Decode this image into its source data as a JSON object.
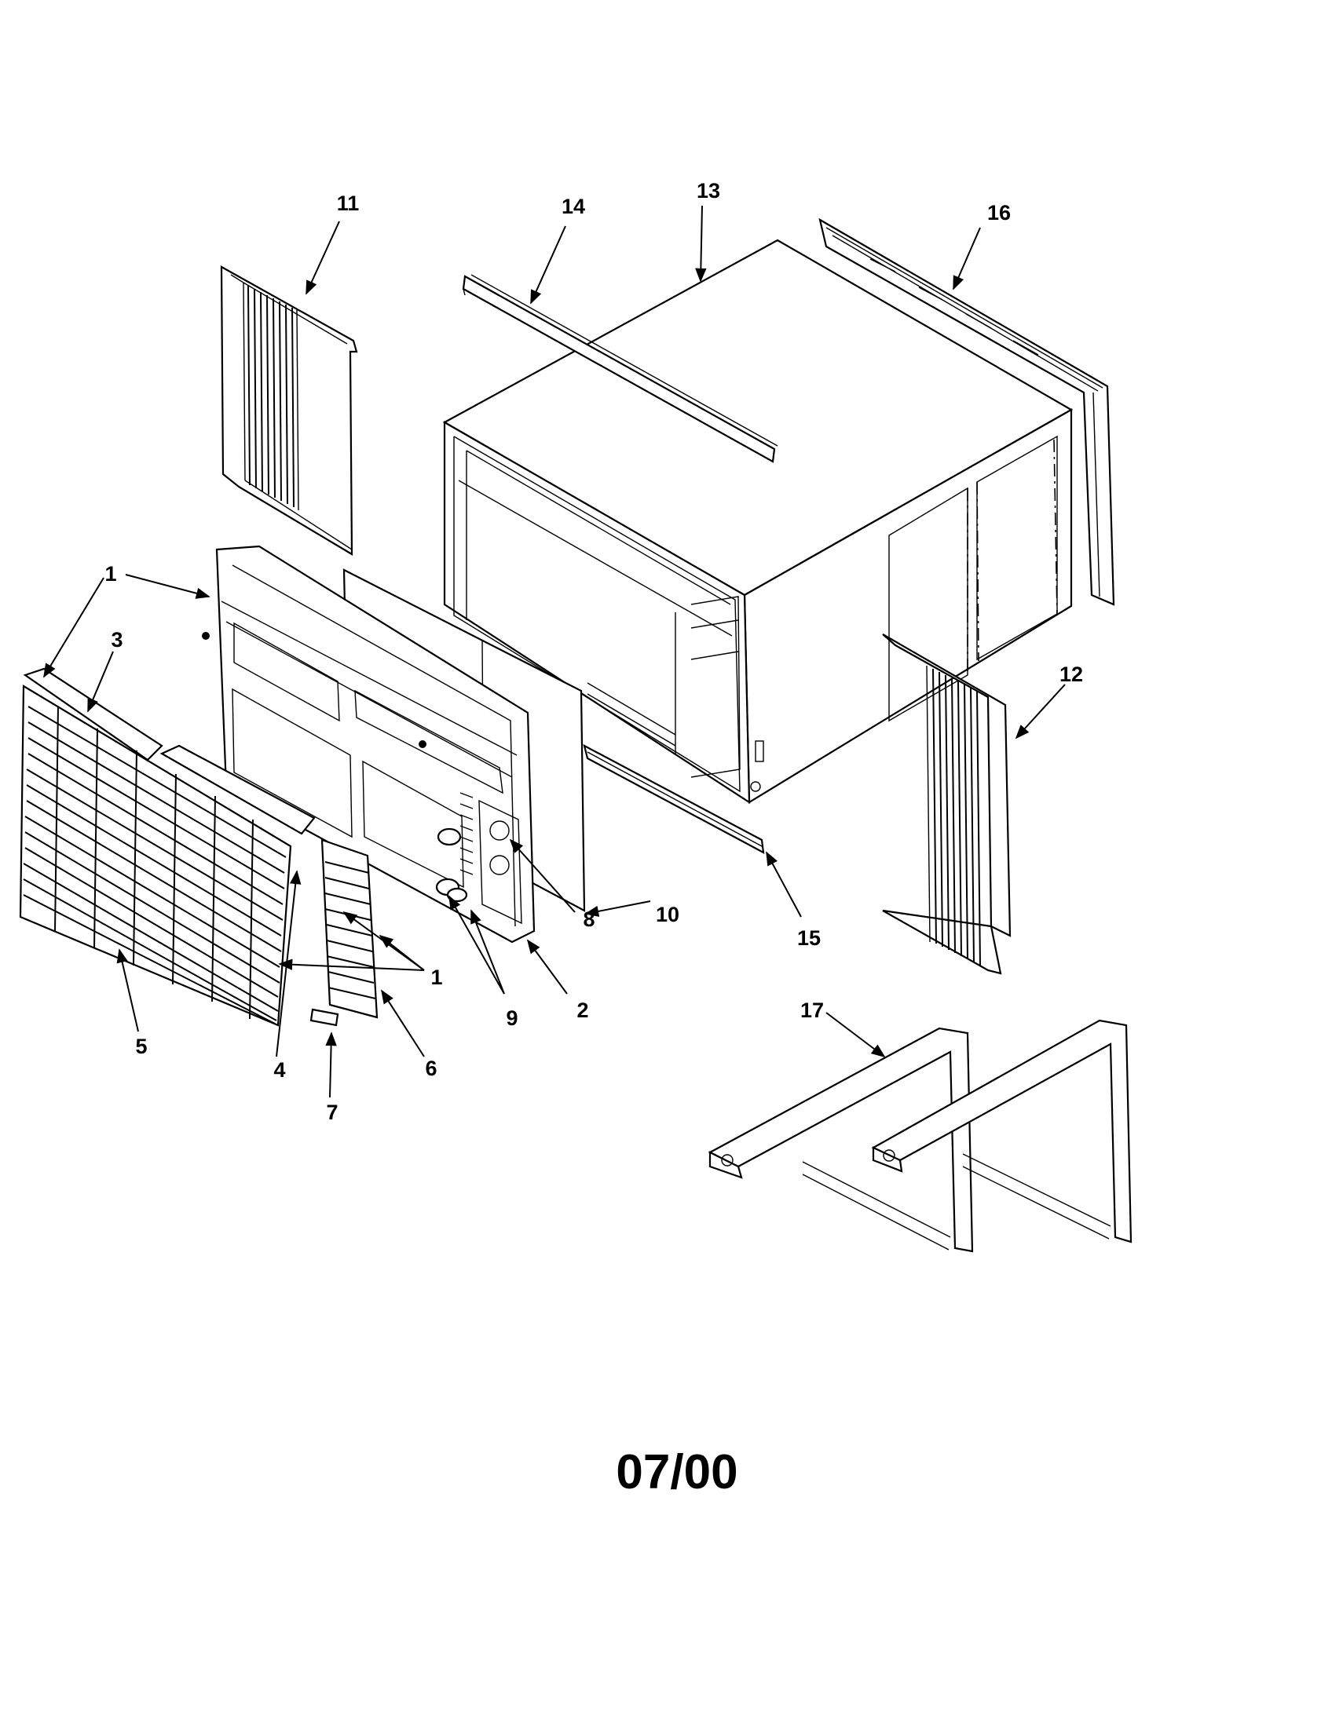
{
  "part_labels": [
    {
      "id": "p1a",
      "text": "1"
    },
    {
      "id": "p1b",
      "text": "1"
    },
    {
      "id": "p1c",
      "text": "1"
    },
    {
      "id": "p2",
      "text": "2"
    },
    {
      "id": "p3",
      "text": "3"
    },
    {
      "id": "p4",
      "text": "4"
    },
    {
      "id": "p5",
      "text": "5"
    },
    {
      "id": "p6",
      "text": "6"
    },
    {
      "id": "p7",
      "text": "7"
    },
    {
      "id": "p8",
      "text": "8"
    },
    {
      "id": "p9",
      "text": "9"
    },
    {
      "id": "p10",
      "text": "10"
    },
    {
      "id": "p11",
      "text": "11"
    },
    {
      "id": "p12",
      "text": "12"
    },
    {
      "id": "p13",
      "text": "13"
    },
    {
      "id": "p14",
      "text": "14"
    },
    {
      "id": "p15",
      "text": "15"
    },
    {
      "id": "p16",
      "text": "16"
    },
    {
      "id": "p17",
      "text": "17"
    }
  ],
  "date_code": "07/00"
}
